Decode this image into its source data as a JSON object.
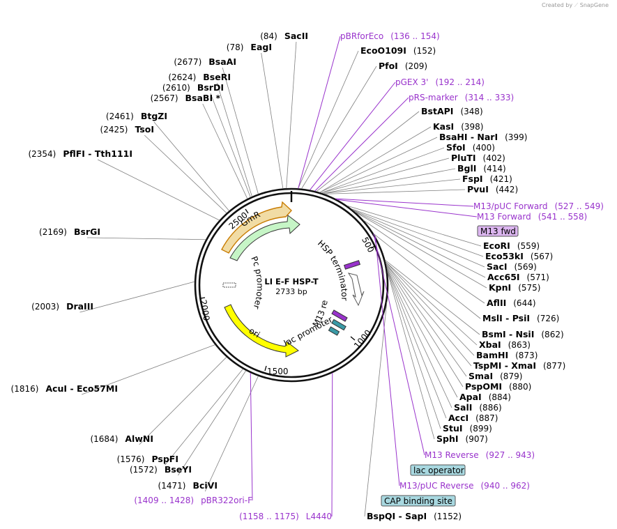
{
  "credit": "Created by",
  "credit_brand": "SnapGene",
  "plasmid": {
    "name": "LI E-F HSP-T",
    "size": "2733 bp"
  },
  "ticks": [
    "500",
    "1000",
    "1500",
    "2000",
    "2500"
  ],
  "features": {
    "gmr": "GmR",
    "ori": "ori",
    "pc_promoter": "Pc promoter",
    "hsp_terminator": "HSP terminator",
    "m13_rev": "M13 rev",
    "lac_promoter": "lac promoter"
  },
  "right_sites": [
    {
      "name": "EcoO109I",
      "pos": "(152)"
    },
    {
      "name": "PfoI",
      "pos": "(209)"
    },
    {
      "name": "BstAPI",
      "pos": "(348)"
    },
    {
      "name": "KasI",
      "pos": "(398)"
    },
    {
      "name": "BsaHI  - NarI",
      "pos": "(399)"
    },
    {
      "name": "SfoI",
      "pos": "(400)"
    },
    {
      "name": "PluTI",
      "pos": "(402)"
    },
    {
      "name": "BglI",
      "pos": "(414)"
    },
    {
      "name": "FspI",
      "pos": "(421)"
    },
    {
      "name": "PvuI",
      "pos": "(442)"
    },
    {
      "name": "EcoRI",
      "pos": "(559)"
    },
    {
      "name": "Eco53kI",
      "pos": "(567)"
    },
    {
      "name": "SacI",
      "pos": "(569)"
    },
    {
      "name": "Acc65I",
      "pos": "(571)"
    },
    {
      "name": "KpnI",
      "pos": "(575)"
    },
    {
      "name": "AflII",
      "pos": "(644)"
    },
    {
      "name": "MslI  - PsiI",
      "pos": "(726)"
    },
    {
      "name": "BsmI  - NsiI",
      "pos": "(862)"
    },
    {
      "name": "XbaI",
      "pos": "(863)"
    },
    {
      "name": "BamHI",
      "pos": "(873)"
    },
    {
      "name": "TspMI  - XmaI",
      "pos": "(877)"
    },
    {
      "name": "SmaI",
      "pos": "(879)"
    },
    {
      "name": "PspOMI",
      "pos": "(880)"
    },
    {
      "name": "ApaI",
      "pos": "(884)"
    },
    {
      "name": "SalI",
      "pos": "(886)"
    },
    {
      "name": "AccI",
      "pos": "(887)"
    },
    {
      "name": "StuI",
      "pos": "(899)"
    },
    {
      "name": "SphI",
      "pos": "(907)"
    },
    {
      "name": "BspQI  - SapI",
      "pos": "(1152)"
    }
  ],
  "left_sites": [
    {
      "name": "SacII",
      "pos": "(84)"
    },
    {
      "name": "EagI",
      "pos": "(78)"
    },
    {
      "name": "BsaAI",
      "pos": "(2677)"
    },
    {
      "name": "BseRI",
      "pos": "(2624)"
    },
    {
      "name": "BsrDI",
      "pos": "(2610)"
    },
    {
      "name": "BsaBI *",
      "pos": "(2567)"
    },
    {
      "name": "BtgZI",
      "pos": "(2461)"
    },
    {
      "name": "TsoI",
      "pos": "(2425)"
    },
    {
      "name": "PflFI  - Tth111I",
      "pos": "(2354)"
    },
    {
      "name": "BsrGI",
      "pos": "(2169)"
    },
    {
      "name": "DraIII",
      "pos": "(2003)"
    },
    {
      "name": "AcuI  - Eco57MI",
      "pos": "(1816)"
    },
    {
      "name": "AlwNI",
      "pos": "(1684)"
    },
    {
      "name": "PspFI",
      "pos": "(1576)"
    },
    {
      "name": "BseYI",
      "pos": "(1572)"
    },
    {
      "name": "BciVI",
      "pos": "(1471)"
    }
  ],
  "primers": [
    {
      "name": "pBRforEco",
      "range": "(136 .. 154)"
    },
    {
      "name": "pGEX 3'",
      "range": "(192 .. 214)"
    },
    {
      "name": "pRS-marker",
      "range": "(314 .. 333)"
    },
    {
      "name": "M13/pUC Forward",
      "range": "(527 .. 549)"
    },
    {
      "name": "M13 Forward",
      "range": "(541 .. 558)"
    },
    {
      "name": "M13 Reverse",
      "range": "(927 .. 943)"
    },
    {
      "name": "M13/pUC Reverse",
      "range": "(940 .. 962)"
    },
    {
      "name": "pBR322ori-F",
      "range": "(1409 .. 1428)"
    },
    {
      "name": "L4440",
      "range": "(1158 .. 1175)"
    }
  ],
  "boxed_features": {
    "m13_fwd": "M13 fwd",
    "lac_operator": "lac operator",
    "cap_site": "CAP binding site"
  },
  "colors": {
    "primer": "#9933cc",
    "gmr_fill": "#c6f5c6",
    "gmr_outline": "#c87b00",
    "ori_fill": "#ffff00",
    "feature_box_blue": "#a8d8e0",
    "feature_box_purple": "#dcb6f0",
    "marker_teal": "#3a9aa6"
  }
}
